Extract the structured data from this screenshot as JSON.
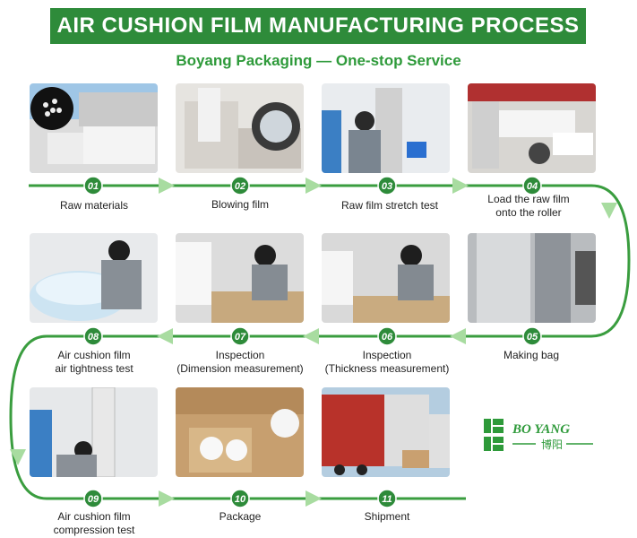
{
  "title": "AIR CUSHION FILM MANUFACTURING PROCESS",
  "subtitle": "Boyang Packaging — One-stop Service",
  "steps": [
    {
      "num": "01",
      "label": "Raw materials"
    },
    {
      "num": "02",
      "label": "Blowing film"
    },
    {
      "num": "03",
      "label": "Raw film stretch test"
    },
    {
      "num": "04",
      "label": "Load the raw film\nonto the roller"
    },
    {
      "num": "05",
      "label": "Making bag"
    },
    {
      "num": "06",
      "label": "Inspection\n(Thickness measurement)"
    },
    {
      "num": "07",
      "label": "Inspection\n(Dimension measurement)"
    },
    {
      "num": "08",
      "label": "Air cushion film\nair tightness test"
    },
    {
      "num": "09",
      "label": "Air cushion film\ncompression test"
    },
    {
      "num": "10",
      "label": "Package"
    },
    {
      "num": "11",
      "label": "Shipment"
    }
  ],
  "logo": {
    "latin": "BO YANG",
    "chinese": "博阳"
  },
  "colors": {
    "brand_green": "#2e8b3a",
    "flow_green": "#3a9d3f",
    "arrow_light": "#a8dca0"
  }
}
